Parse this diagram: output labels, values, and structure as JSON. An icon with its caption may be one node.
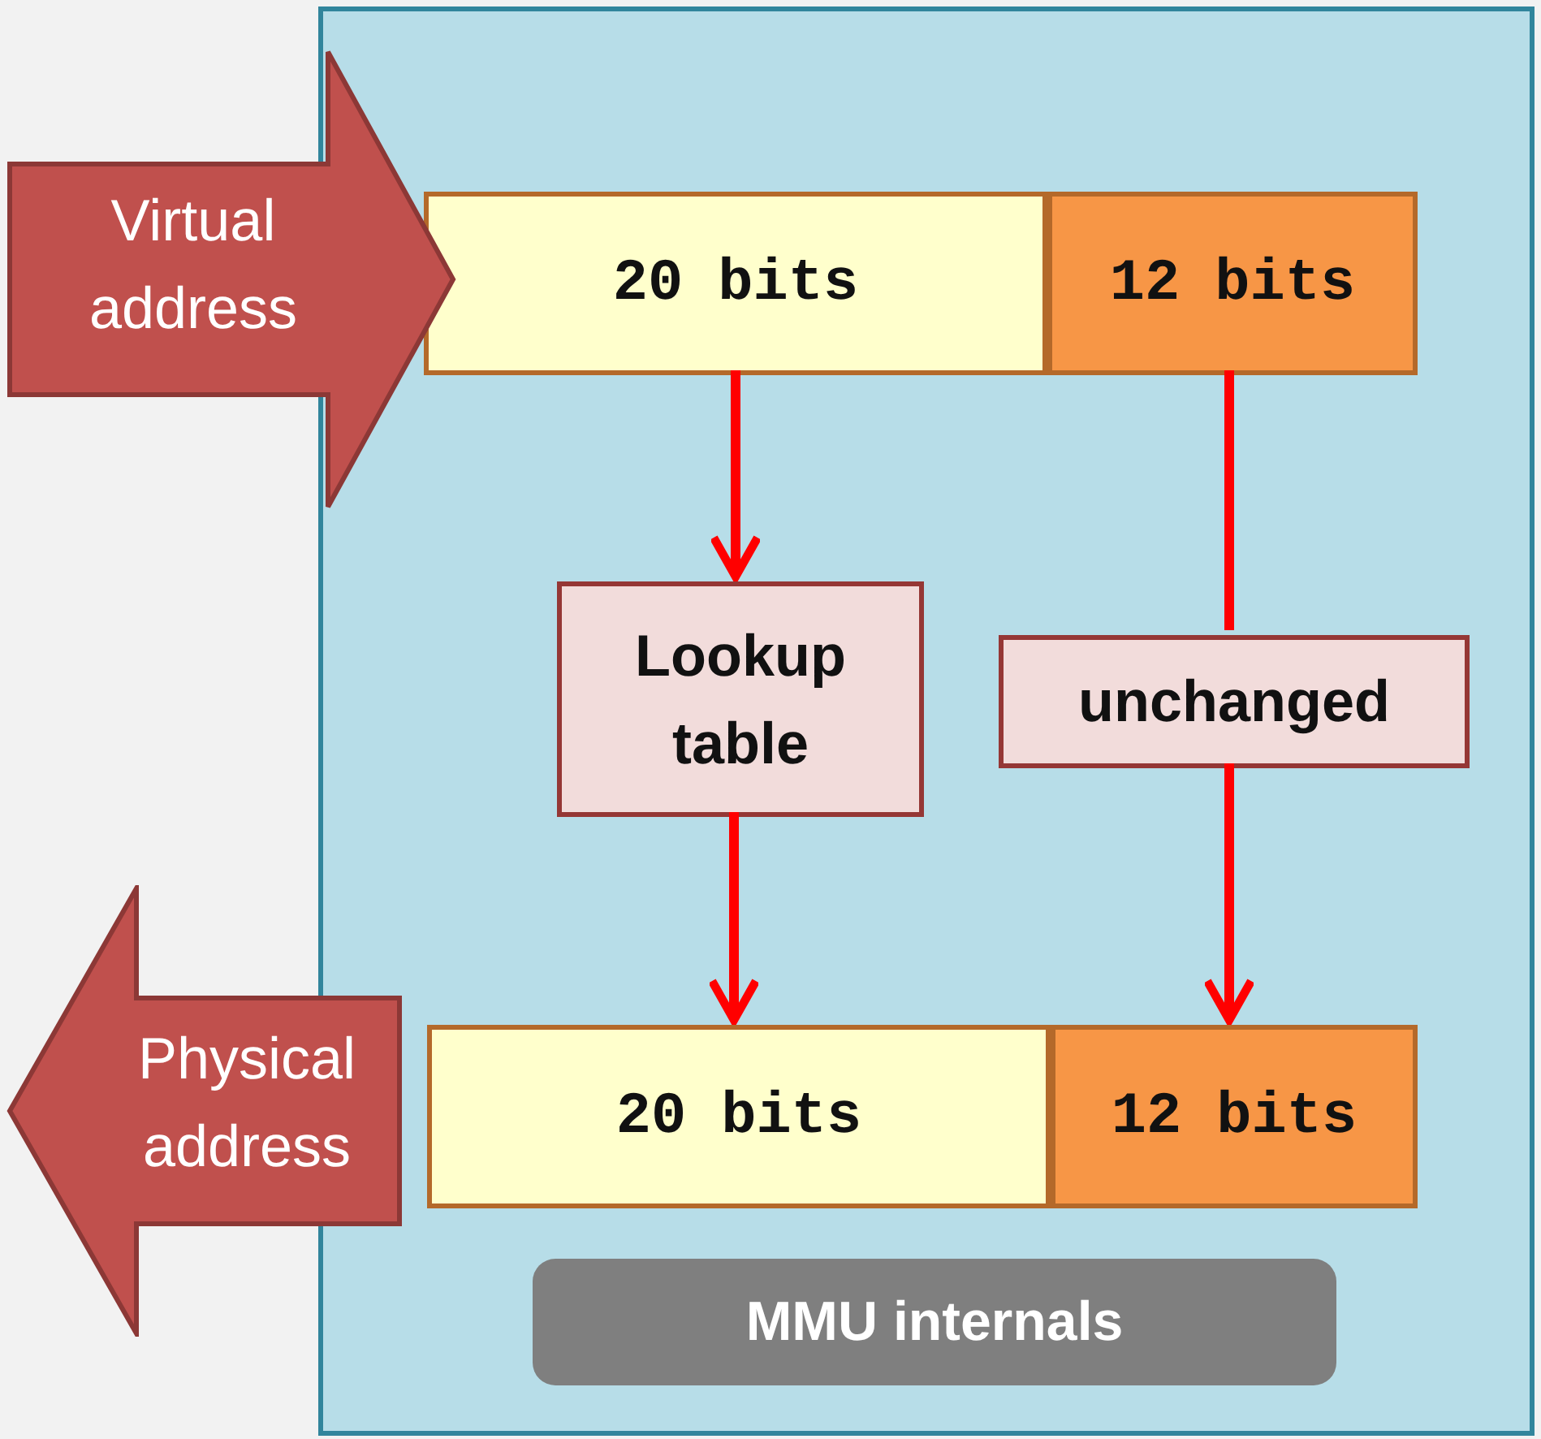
{
  "diagram": {
    "nodes": [
      {
        "text": [],
        "shape": "box"
      },
      {
        "text": [
          "Virtual address"
        ]
      },
      {
        "text": [
          "20 bits"
        ],
        "in": 0
      },
      {
        "text": [
          "12 bits"
        ],
        "in": 0
      },
      {
        "text": [
          "Lookup table"
        ],
        "in": 0
      },
      {
        "text": [
          "unchanged"
        ],
        "in": 0
      },
      {
        "text": [
          "20 bits"
        ],
        "in": 0
      },
      {
        "text": [
          "12 bits"
        ],
        "in": 0
      },
      {
        "text": [
          "Physical address"
        ]
      },
      {
        "text": [
          "MMU internals"
        ],
        "in": 0
      }
    ],
    "edges": [
      {
        "from": 2,
        "to": 4,
        "arrow": "to"
      },
      {
        "from": 4,
        "to": 6,
        "arrow": "to"
      },
      {
        "from": 3,
        "to": 5,
        "arrow": "none"
      },
      {
        "from": 5,
        "to": 7,
        "arrow": "to"
      }
    ]
  }
}
